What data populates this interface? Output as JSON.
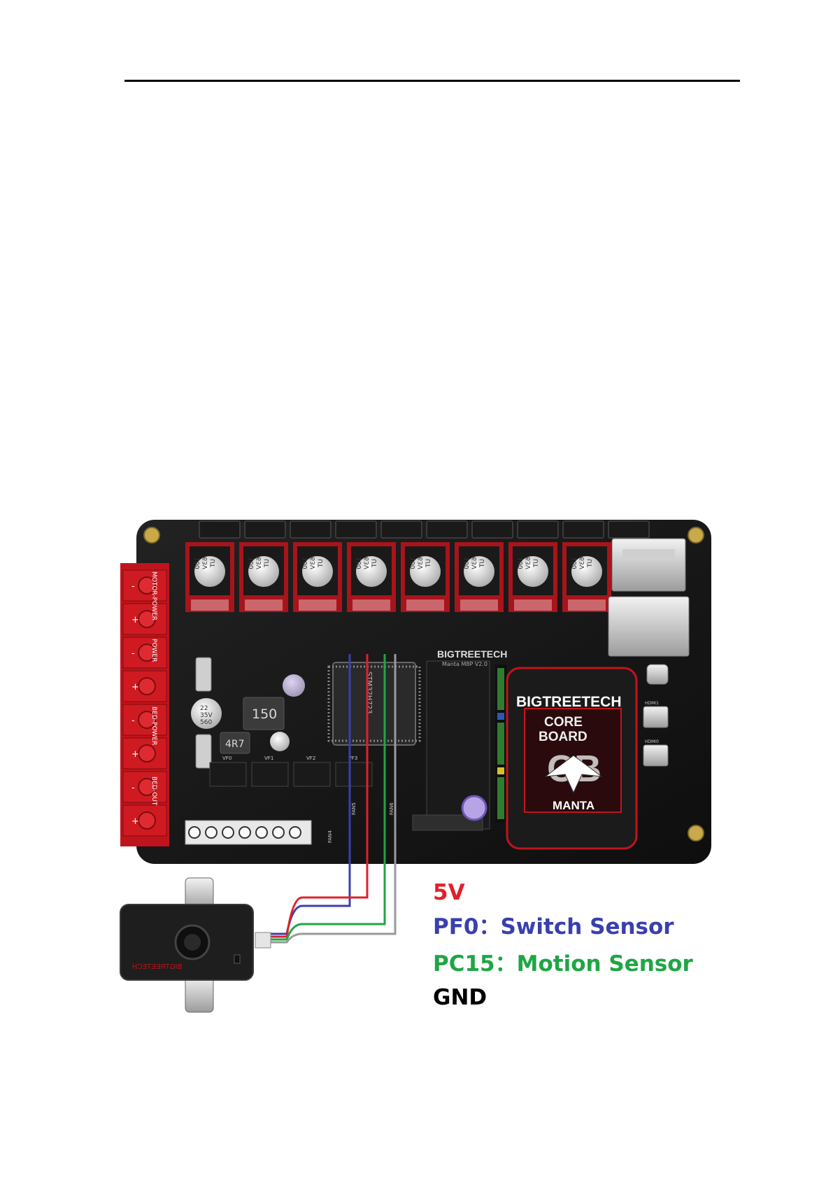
{
  "board": {
    "brand": "BIGTREETECH",
    "model": "Manta M8P V2.0",
    "driver_cap": [
      "100",
      "63V",
      "UT"
    ],
    "mcu": "STM32H723",
    "inductor": "150",
    "inductor2": "4R7",
    "cap_big": [
      "22",
      "35V",
      "560"
    ],
    "core_board": {
      "brand": "BIGTREETECH",
      "line1": "CORE",
      "line2": "BOARD",
      "name": "MANTA",
      "emblem": "CB"
    },
    "power_labels": [
      "MOTOR-POWER",
      "POWER",
      "BED-POWER",
      "BED-OUT"
    ],
    "terminal_signs": [
      "-",
      "+",
      "-",
      "+",
      "-",
      "+",
      "-",
      "+"
    ],
    "fan_labels": [
      "VF0",
      "VF1",
      "VF2",
      "VF3",
      "FAN5",
      "FAN6",
      "FAN4"
    ],
    "hdmi_labels": [
      "HDMI0",
      "HDMI1"
    ]
  },
  "sensor": {
    "brand": "BIGTREETECH"
  },
  "wiring": {
    "items": [
      {
        "text": "5V",
        "color": "#e0202a"
      },
      {
        "text": "PF0：Switch Sensor",
        "color": "#3a3fae"
      },
      {
        "text": "PC15：Motion Sensor",
        "color": "#1fa645"
      },
      {
        "text": "GND",
        "color": "#000000"
      }
    ],
    "wire_colors": [
      "#3a3fae",
      "#e0202a",
      "#1fa645",
      "#9a9a9a"
    ]
  }
}
